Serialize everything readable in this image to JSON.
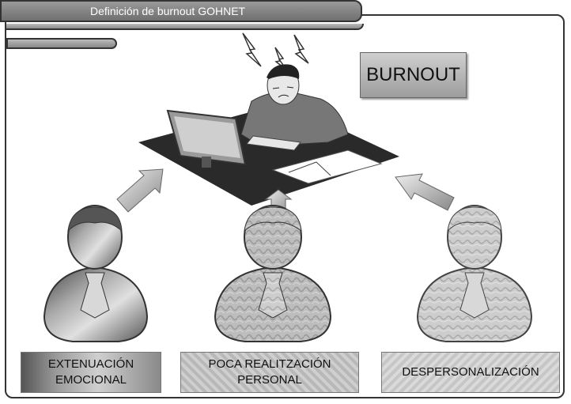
{
  "window": {
    "title": "Definición de burnout GOHNET"
  },
  "header": {
    "box_label": "BURNOUT"
  },
  "dimensions": [
    {
      "label": "EXTENUACIÓN\nEMOCIONAL"
    },
    {
      "label": "POCA REALITZACIÓN\nPERSONAL"
    },
    {
      "label": "DESPERSONALIZACIÓN"
    }
  ]
}
